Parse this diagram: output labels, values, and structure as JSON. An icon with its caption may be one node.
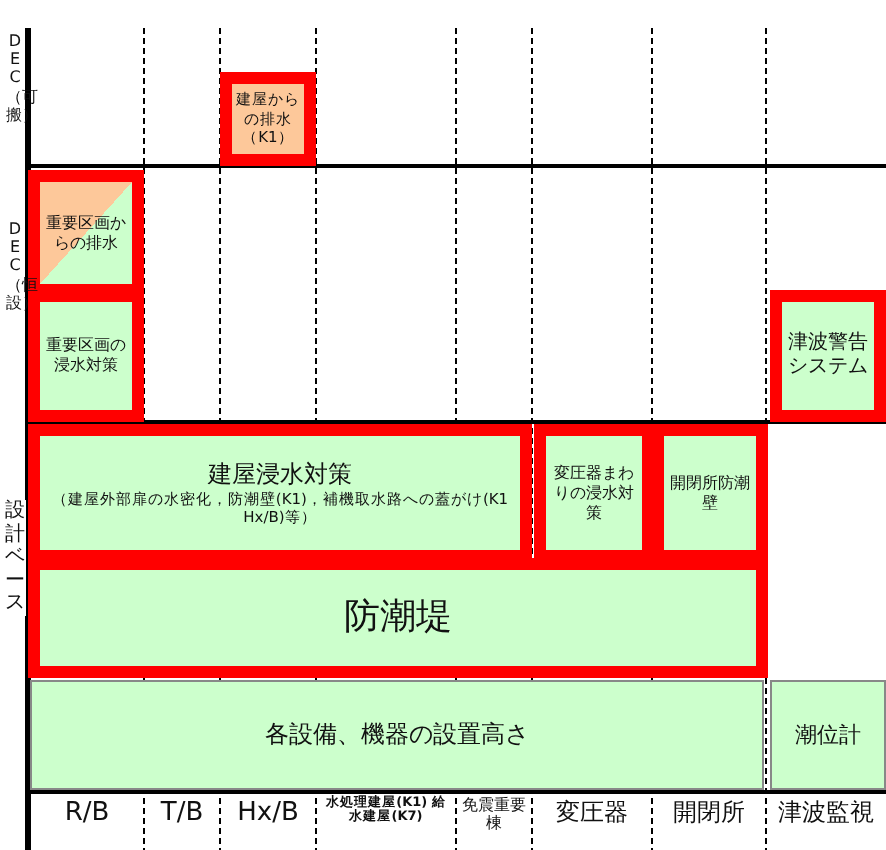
{
  "diagram": {
    "nodes": [
      {
        "text": [
          "建屋からの排水（K1）"
        ]
      },
      {
        "text": [
          "重要区画からの排水"
        ]
      },
      {
        "text": [
          "重要区画の浸水対策"
        ]
      },
      {
        "text": [
          "津波警告システム"
        ]
      },
      {
        "text": [
          "建屋浸水対策",
          "（建屋外部扉の水密化，防潮壁(K1)，補機取水路への蓋がけ(K1 Hx/B)等）"
        ]
      },
      {
        "text": [
          "変圧器まわりの浸水対策"
        ]
      },
      {
        "text": [
          "開閉所防潮壁"
        ]
      },
      {
        "text": [
          "防潮堤"
        ]
      },
      {
        "text": [
          "各設備、機器の設置高さ"
        ]
      },
      {
        "text": [
          "潮位計"
        ]
      }
    ],
    "edges": [],
    "labels": [
      "DEC（可搬）",
      "DEC（恒設）",
      "設計ベース",
      "R/B",
      "T/B",
      "Hx/B",
      "水処理建屋(K1) 給水建屋(K7)",
      "免震重要棟",
      "変圧器",
      "開閉所",
      "津波監視"
    ]
  }
}
